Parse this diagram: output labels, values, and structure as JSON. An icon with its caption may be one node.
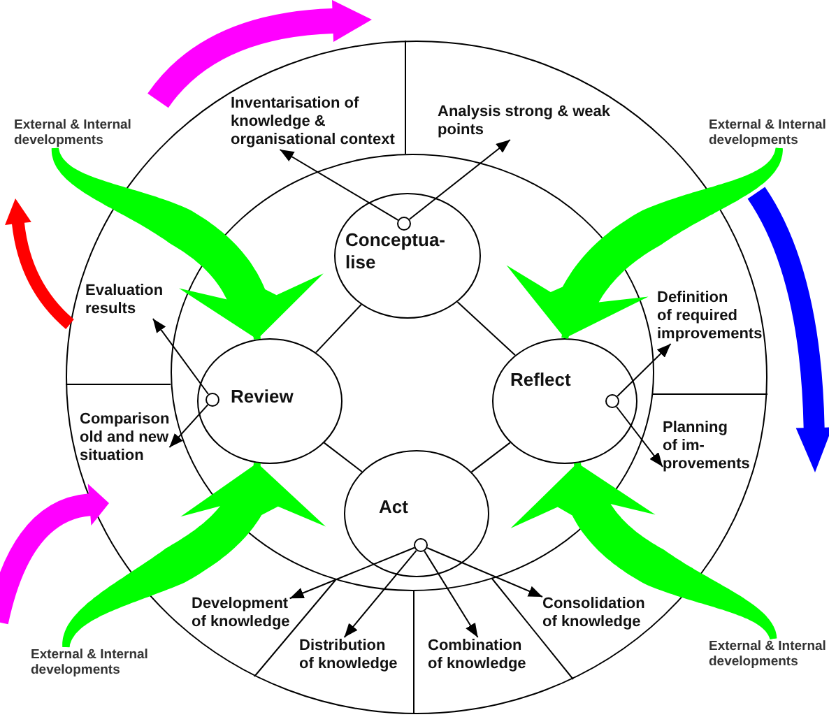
{
  "diagram": {
    "nodes": [
      {
        "text": [],
        "shape": "circle"
      },
      {
        "text": [],
        "shape": "circle",
        "in": 0
      },
      {
        "text": [
          "Inventarisation of knowledge & organisational context"
        ],
        "in": 0
      },
      {
        "text": [
          "Analysis strong & weak points"
        ],
        "in": 0
      },
      {
        "text": [
          "External & Internal developments"
        ]
      },
      {
        "text": [
          "External & Internal developments"
        ]
      },
      {
        "text": [
          "Conceptua- lise"
        ],
        "in": 1
      },
      {
        "text": [],
        "shape": "circle",
        "in": 6
      },
      {
        "text": [
          "Evaluation results"
        ],
        "in": 0
      },
      {
        "text": [
          "Definition of required improvements"
        ],
        "in": 0
      },
      {
        "text": [
          "Review"
        ],
        "in": 1
      },
      {
        "text": [],
        "shape": "circle",
        "in": 10
      },
      {
        "text": [
          "Reflect"
        ],
        "in": 1
      },
      {
        "text": [],
        "shape": "circle",
        "in": 12
      },
      {
        "text": [
          "Comparison old and new situation"
        ],
        "in": 0
      },
      {
        "text": [
          "Planning of im- provements"
        ],
        "in": 0
      },
      {
        "text": [
          "Act"
        ],
        "in": 1
      },
      {
        "text": [],
        "shape": "circle",
        "in": 16
      },
      {
        "text": [
          "Consolidation of knowledge"
        ],
        "in": 0
      },
      {
        "text": [
          "Development of knowledge"
        ],
        "in": 0
      },
      {
        "text": [
          "Distribution of knowledge"
        ],
        "in": 0
      },
      {
        "text": [
          "Combination of knowledge"
        ],
        "in": 0
      },
      {
        "text": [
          "External & Internal developments"
        ]
      },
      {
        "text": [
          "External & Internal developments"
        ]
      }
    ],
    "edges": [
      {
        "from": 6,
        "to": 10,
        "arrow": "none"
      },
      {
        "from": 6,
        "to": 12,
        "arrow": "none"
      },
      {
        "from": 10,
        "to": 16,
        "arrow": "none"
      },
      {
        "from": 12,
        "to": 16,
        "arrow": "none"
      },
      {
        "from": 7,
        "to": 2,
        "arrow": "to"
      },
      {
        "from": 7,
        "to": 3,
        "arrow": "to"
      },
      {
        "from": 11,
        "to": 8,
        "arrow": "to"
      },
      {
        "from": 11,
        "to": 14,
        "arrow": "to"
      },
      {
        "from": 13,
        "to": 9,
        "arrow": "to"
      },
      {
        "from": 13,
        "to": 15,
        "arrow": "to"
      },
      {
        "from": 17,
        "to": 19,
        "arrow": "to"
      },
      {
        "from": 17,
        "to": 20,
        "arrow": "to"
      },
      {
        "from": 17,
        "to": 21,
        "arrow": "to"
      },
      {
        "from": 17,
        "to": 18,
        "arrow": "to"
      },
      {
        "from": 4,
        "to": 10,
        "arrow": "to",
        "style": "thick",
        "color": "#00ff00"
      },
      {
        "from": 5,
        "to": 12,
        "arrow": "to",
        "style": "thick",
        "color": "#00ff00"
      },
      {
        "from": 22,
        "to": 10,
        "arrow": "to",
        "style": "thick",
        "color": "#00ff00"
      },
      {
        "from": 23,
        "to": 12,
        "arrow": "to",
        "style": "thick",
        "color": "#00ff00"
      }
    ]
  }
}
